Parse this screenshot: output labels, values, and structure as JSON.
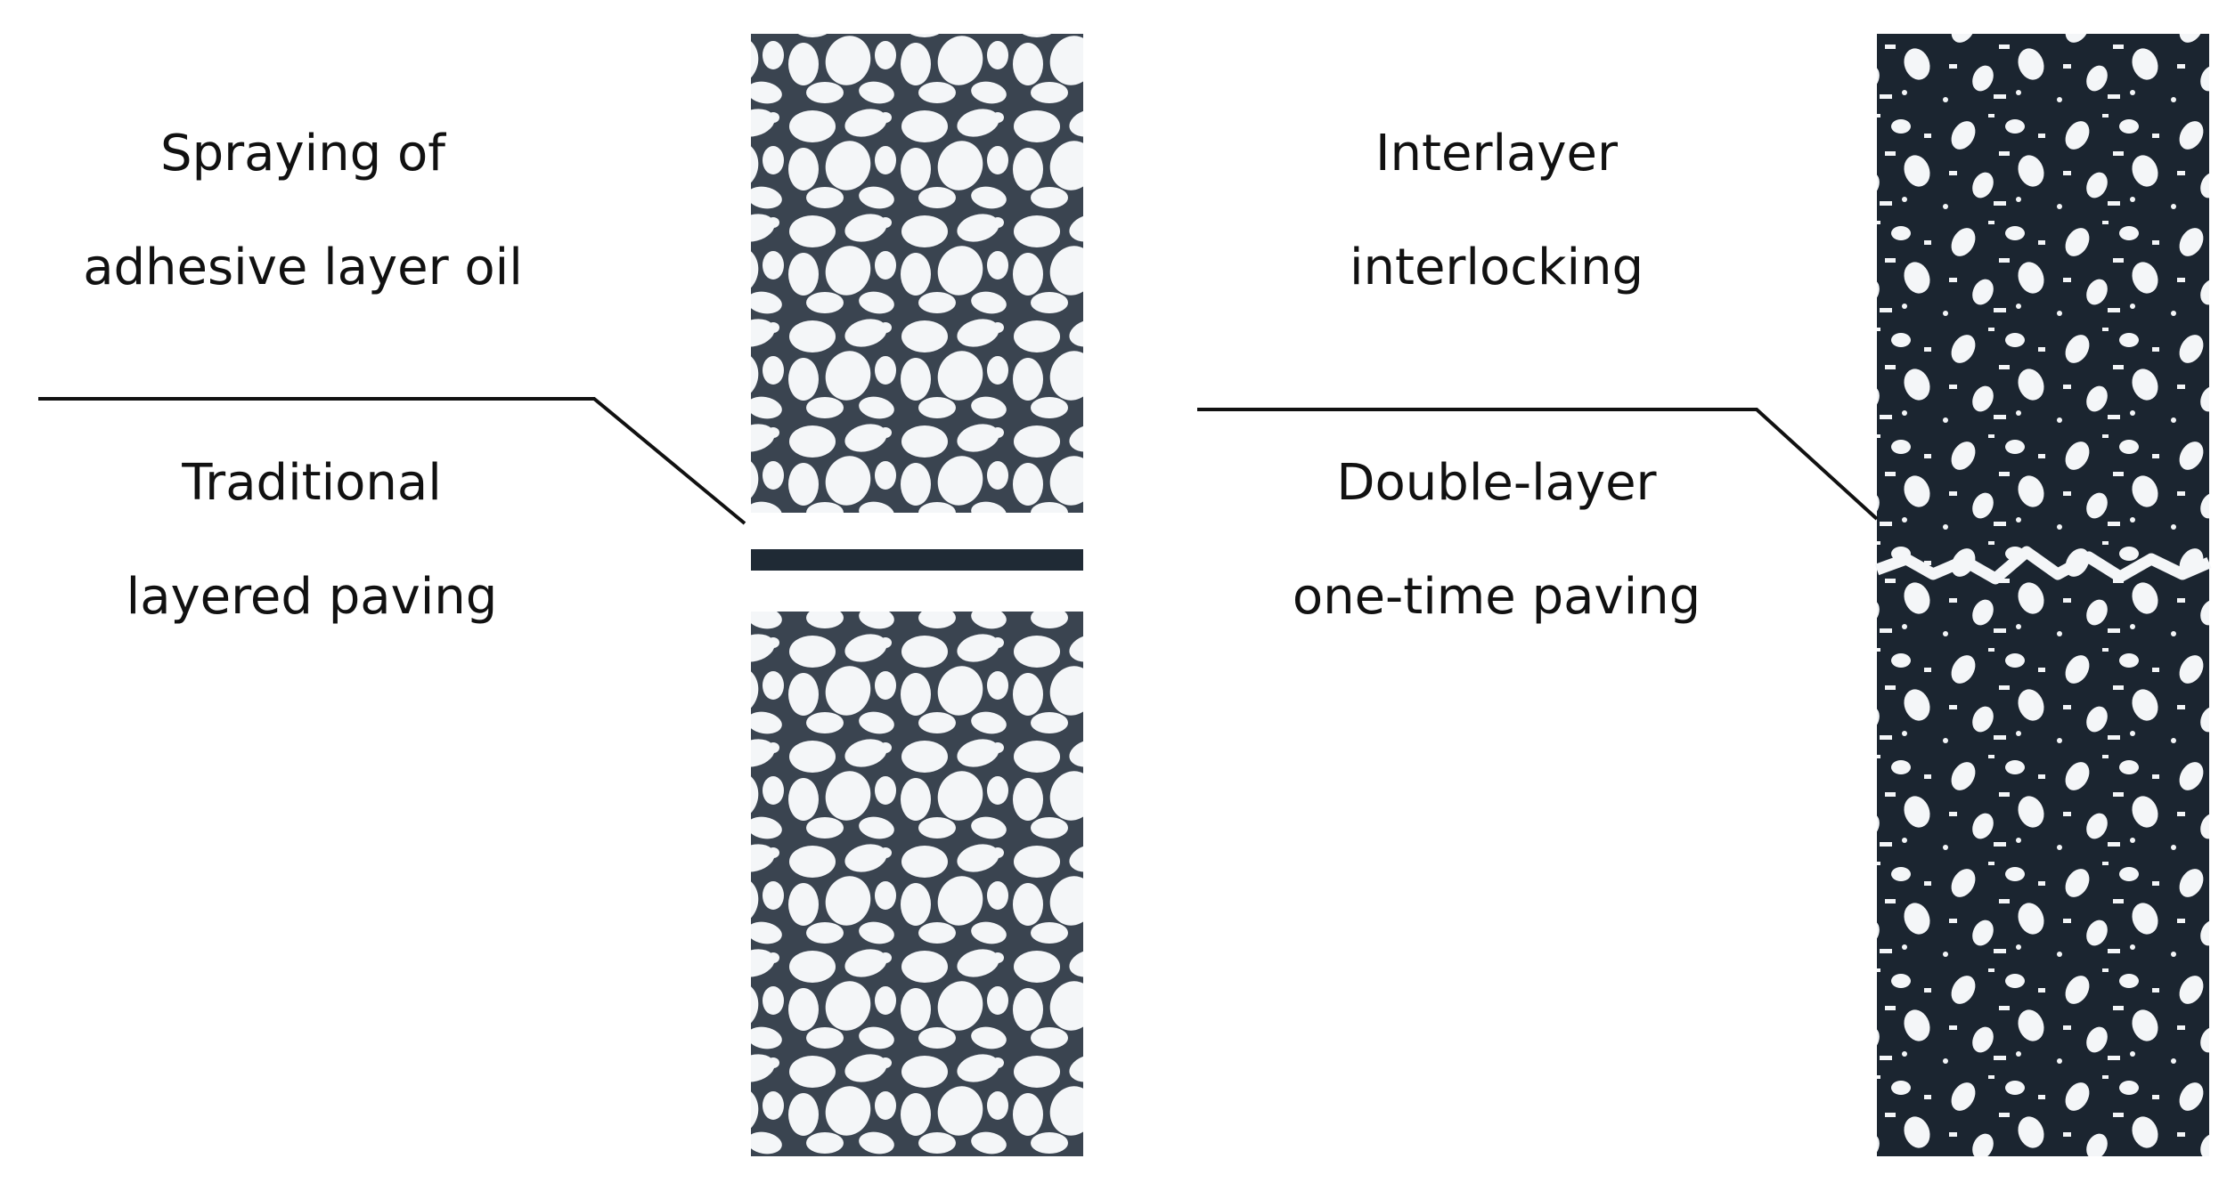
{
  "left_panel": {
    "upper_label": {
      "line1": "Spraying of",
      "line2": "adhesive layer oil"
    },
    "lower_label": {
      "line1": "Traditional",
      "line2": "layered paving"
    }
  },
  "right_panel": {
    "upper_label": {
      "line1": "Interlayer",
      "line2": "interlocking"
    },
    "lower_label": {
      "line1": "Double-layer",
      "line2": "one-time paving"
    }
  },
  "colors": {
    "asphalt_dark": "#1b2530",
    "aggregate_light": "#f4f6f8",
    "binder_mesh": "#3a4450",
    "tack_coat": "#1f2a35",
    "leader_line": "#111111"
  }
}
